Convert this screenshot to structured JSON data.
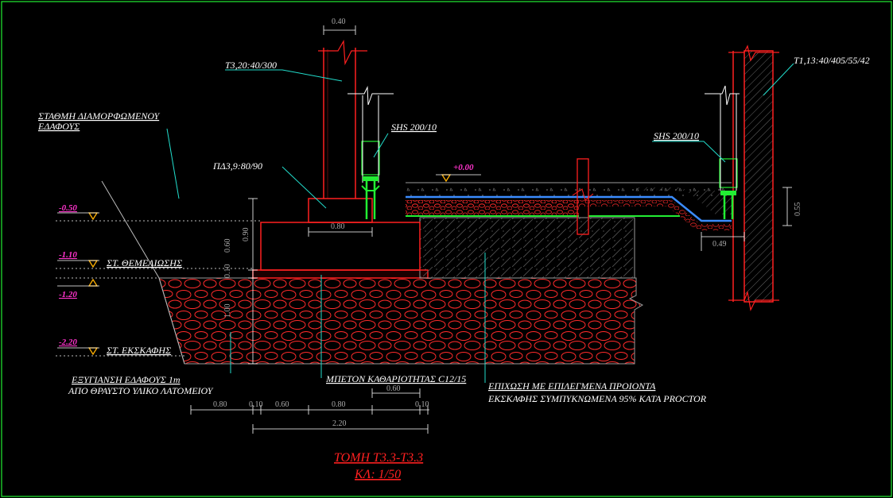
{
  "colors": {
    "background": "#000000",
    "white": "#ffffff",
    "red": "#ff2020",
    "darkred": "#a0141e",
    "green": "#22ee33",
    "cyan": "#22ddcc",
    "magenta": "#ff33cc",
    "blue": "#3b8cff",
    "yellow": "#ffb000",
    "gray": "#9a9a9a",
    "dimgray": "#6a6a6a"
  },
  "labels": {
    "column": "T3,20:40/300",
    "right_column": "T1,13:40/405/55/42",
    "ground_level_1": "ΣΤΑΘΜΗ ΔΙΑΜΟΡΦΩΜΕΝΟΥ",
    "ground_level_2": "ΕΔΑΦΟΥΣ",
    "shs_left": "SHS 200/10",
    "shs_right": "SHS 200/10",
    "footing": "ΠΔ3,9:80/90",
    "foundation_level": "ΣΤ. ΘΕΜΕΛΙΩΣΗΣ",
    "excavation_level": "ΣΤ. ΕΚΣΚΑΦΗΣ",
    "stabilization_1": "ΕΞΥΓΙΑΝΣΗ ΕΔΑΦΟΥΣ 1m",
    "stabilization_2": "ΑΠΟ ΘΡΑΥΣΤΟ ΥΛΙΚΟ ΛΑΤΟΜΕΙΟΥ",
    "lean_concrete": "ΜΠΕΤΟΝ ΚΑΘΑΡΙΟΤΗΤΑΣ C12/15",
    "backfill_1": "ΕΠΙΧΩΣΗ ΜΕ ΕΠΙΛΕΓΜΕΝΑ ΠΡΟΙΟΝΤΑ",
    "backfill_2": "ΕΚΣΚΑΦΗΣ ΣΥΜΠΥΚΝΩΜΕΝΑ 95% ΚΑΤΑ PROCTOR"
  },
  "levels": {
    "zero": "+0.00",
    "minus_050": "-0.50",
    "minus_110": "-1.10",
    "minus_120": "-1.20",
    "minus_220": "-2.20"
  },
  "dimensions": {
    "column_width": "0.40",
    "footing_top": "0.80",
    "right_plate": "0.49",
    "right_height": "0.55",
    "vertical_090": "0.90",
    "vertical_060": "0.60",
    "vertical_010": "0.10",
    "vertical_100": "1.00",
    "bottom_080_a": "0.80",
    "bottom_010_a": "0.10",
    "bottom_060_a": "0.60",
    "bottom_080_b": "0.80",
    "bottom_060_b": "0.60",
    "bottom_010_b": "0.10",
    "bottom_total": "2.20"
  },
  "title": {
    "section": "ΤΟΜΗ Τ3.3-Τ3.3",
    "scale": "ΚΛ: 1/50"
  }
}
